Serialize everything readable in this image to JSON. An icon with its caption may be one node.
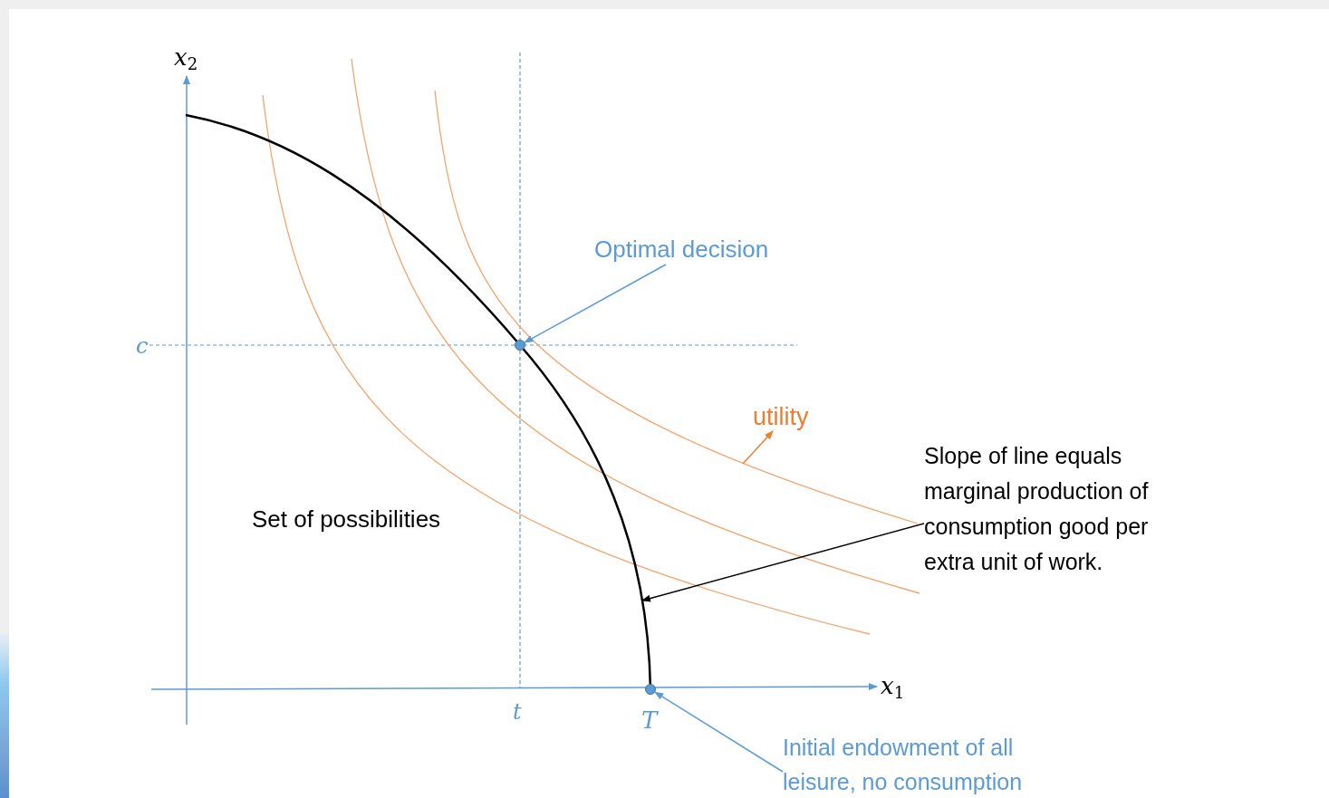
{
  "diagram": {
    "nodes": [
      {
        "text": [
          "Optimal decision"
        ]
      },
      {
        "text": [],
        "shape": "circle"
      },
      {
        "text": [
          "utility"
        ]
      },
      {
        "text": [
          "Slope of line equals marginal production of consumption good per extra unit of work."
        ]
      },
      {
        "text": [],
        "shape": "circle"
      },
      {
        "text": [
          "Initial endowment of all leisure, no consumption"
        ]
      }
    ],
    "edges": [
      {
        "from": 0,
        "to": 1,
        "arrow": "to",
        "color": "#5b9bd5"
      },
      {
        "from": null,
        "to": 2,
        "arrow": "to",
        "color": "#ed7d31"
      },
      {
        "from": 3,
        "to": null,
        "arrow": "to",
        "color": "#000000"
      },
      {
        "from": 5,
        "to": 4,
        "arrow": "to",
        "color": "#5b9bd5"
      }
    ],
    "labels": [
      "x$_{2}$",
      "c",
      "Set of possibilities",
      "t",
      "T",
      "x$_{1}$"
    ]
  }
}
